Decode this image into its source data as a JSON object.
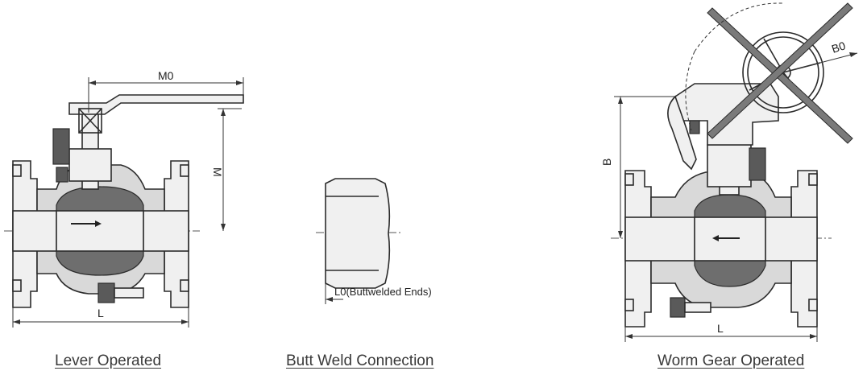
{
  "figures": {
    "lever": {
      "caption": "Lever Operated",
      "dim_lever_length": "M0",
      "dim_height": "M",
      "dim_face_to_face": "L"
    },
    "butt_weld": {
      "caption": "Butt Weld Connection",
      "dim_length": "L0(Buttwelded Ends)"
    },
    "worm_gear": {
      "caption": "Worm Gear Operated",
      "dim_handwheel": "B0",
      "dim_height": "B",
      "dim_face_to_face": "L"
    }
  }
}
